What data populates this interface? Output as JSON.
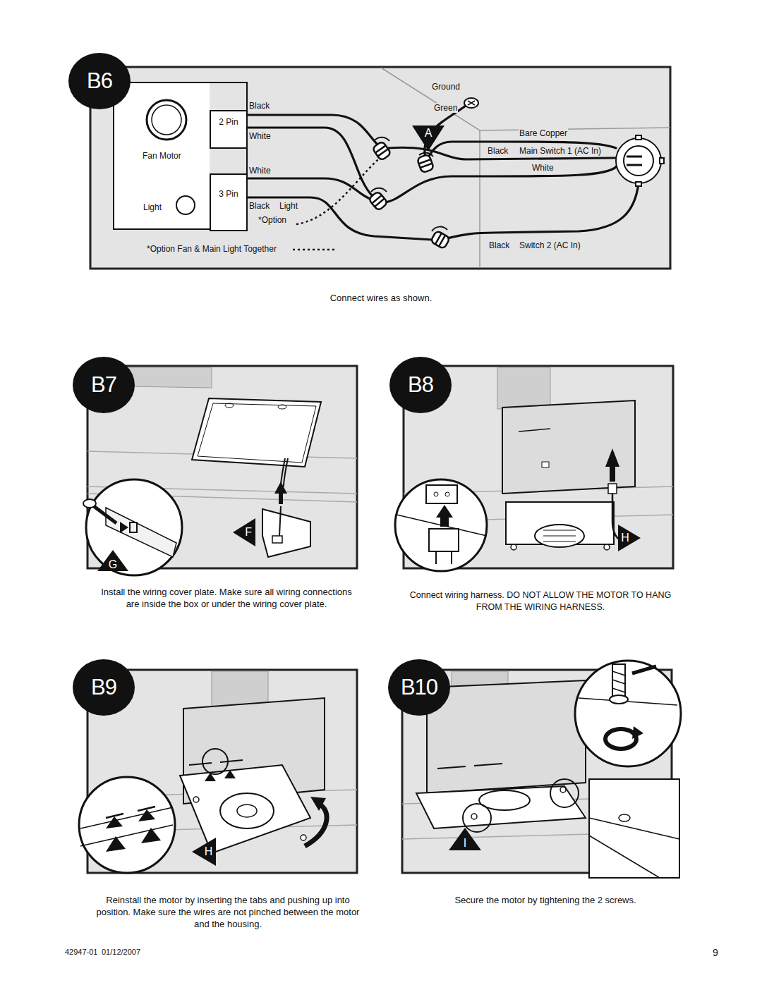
{
  "diagram": {
    "nodes": [
      {
        "text": [
          "B6"
        ]
      },
      {
        "text": [
          "Fan Motor",
          "Light"
        ]
      },
      {
        "text": [
          "2 Pin"
        ],
        "in": 1
      },
      {
        "text": [
          "3 Pin"
        ],
        "in": 1
      },
      {
        "text": [
          "A"
        ]
      },
      {
        "text": [
          "B7"
        ]
      },
      {
        "text": [
          "F"
        ]
      },
      {
        "text": [
          "G"
        ]
      },
      {
        "text": [
          "B8"
        ]
      },
      {
        "text": [
          "H"
        ]
      },
      {
        "text": [
          "B9"
        ]
      },
      {
        "text": [
          "H"
        ]
      },
      {
        "text": [
          "B10"
        ]
      },
      {
        "text": [
          "I"
        ]
      }
    ],
    "labels": [
      "Black",
      "White",
      "White",
      "Black",
      "Light",
      "*Option",
      "*Option Fan & Main Light Together",
      "Ground",
      "Green",
      "Bare Copper",
      "Black",
      "Main Switch 1 (AC In)",
      "White",
      "Black",
      "Switch 2 (AC In)",
      "Connect wires as shown.",
      "Install the wiring cover plate. Make sure all wiring connections are inside the box or under the wiring cover plate.",
      "Connect wiring harness. DO NOT ALLOW THE MOTOR TO HANG FROM THE WIRING HARNESS.",
      "Reinstall the motor by inserting the tabs and pushing up into position. Make sure the wires are not pinched between the motor and the housing.",
      "Secure the motor by tightening the 2 screws.",
      "42947-01",
      "01/12/2007",
      "9"
    ]
  }
}
